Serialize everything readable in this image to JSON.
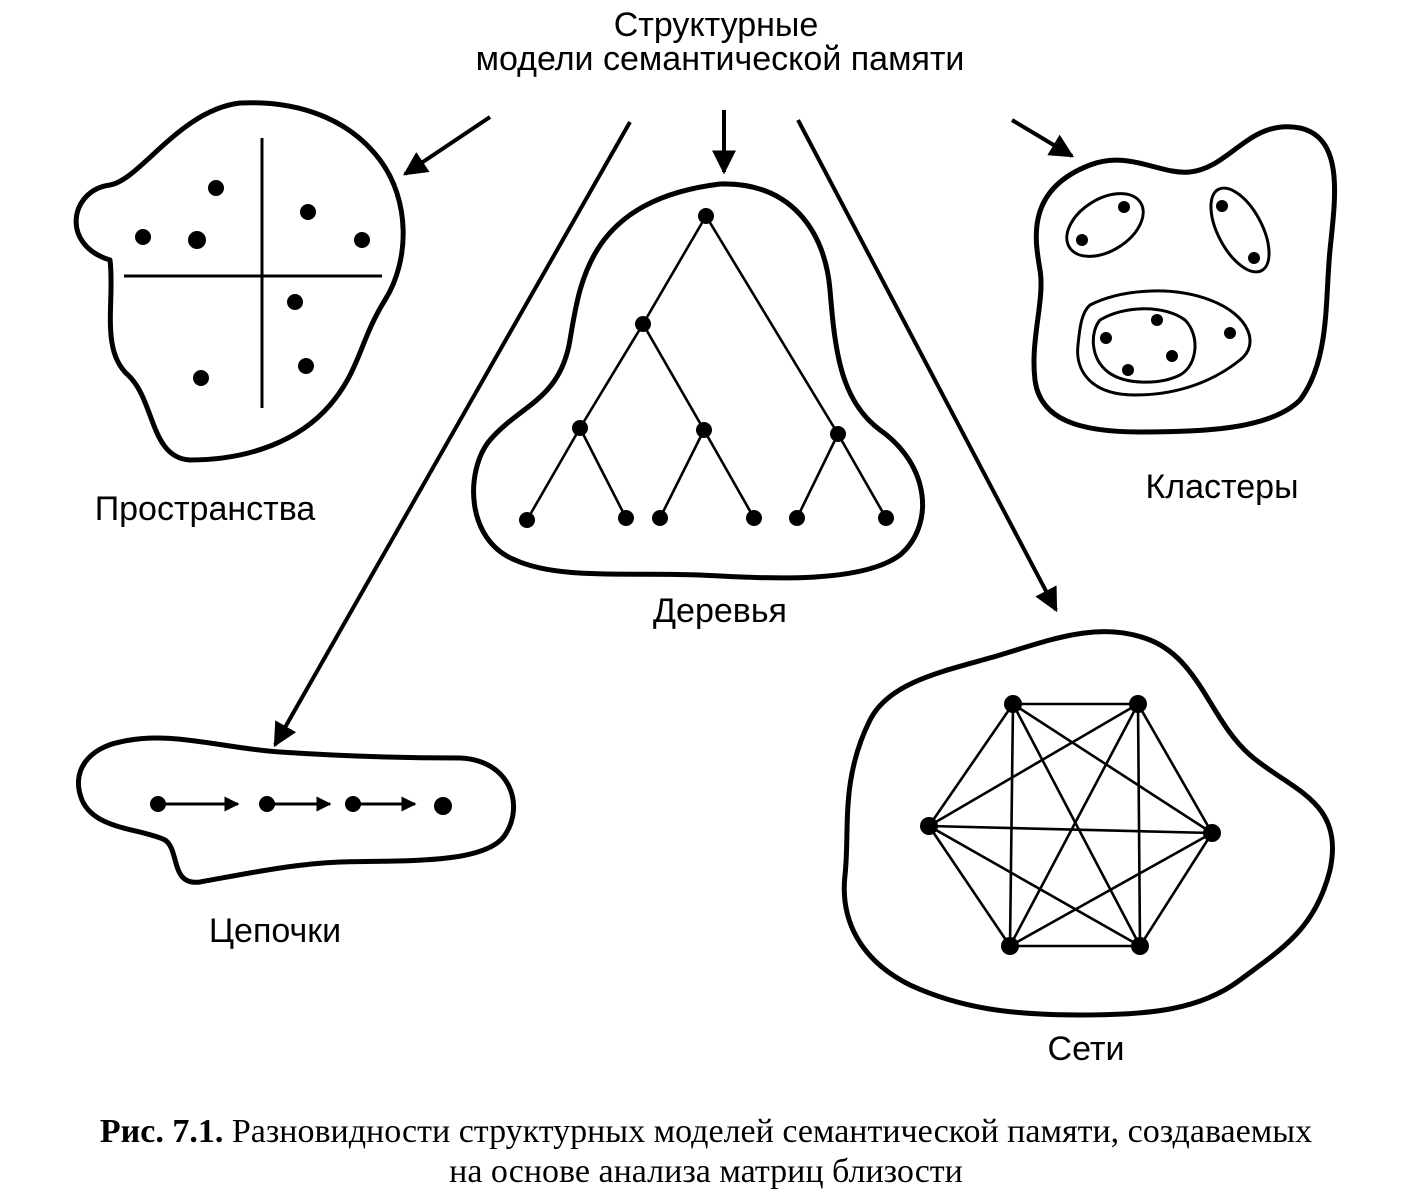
{
  "title": {
    "line1": "Структурные",
    "line2": "модели  семантической памяти"
  },
  "models": {
    "spaces": "Пространства",
    "trees": "Деревья",
    "clusters": "Кластеры",
    "chains": "Цепочки",
    "networks": "Сети"
  },
  "caption": {
    "prefix": "Рис. 7.1.",
    "line1_rest": " Разновидности структурных моделей семантической памяти, создаваемых",
    "line2": "на основе анализа матриц близости"
  },
  "colors": {
    "ink": "#000000",
    "background": "#ffffff"
  }
}
